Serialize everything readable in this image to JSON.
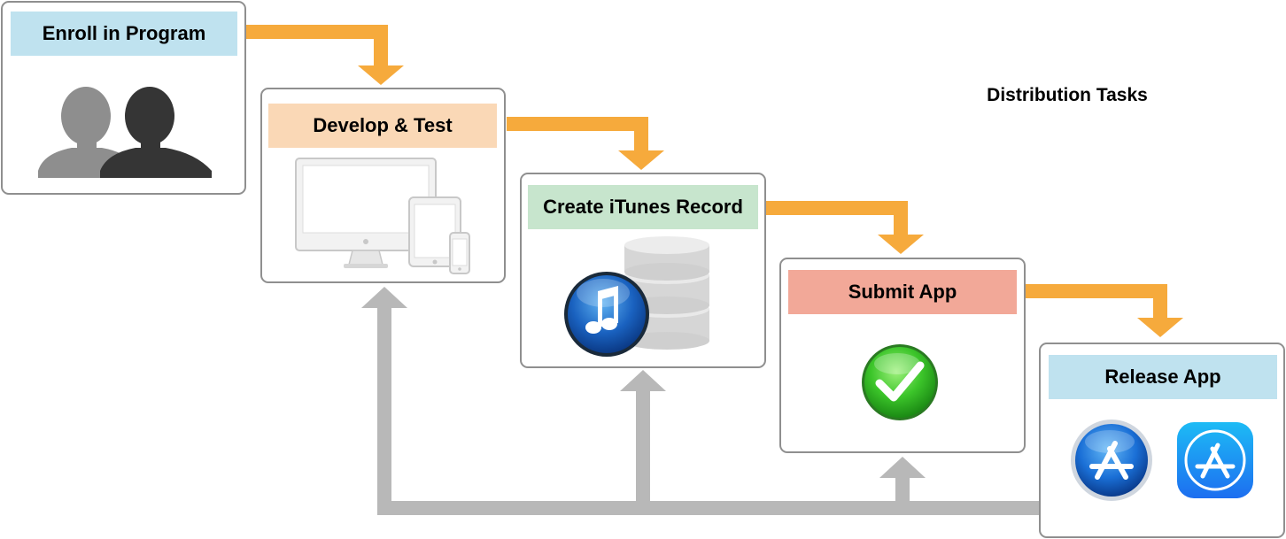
{
  "diagram": {
    "title": "Distribution Tasks",
    "steps": [
      {
        "label": "Enroll in Program",
        "label_color": "#bfe2ef",
        "icon": "users-icon"
      },
      {
        "label": "Develop & Test",
        "label_color": "#fad8b6",
        "icon": "devices-icon"
      },
      {
        "label": "Create iTunes Record",
        "label_color": "#c7e5cd",
        "icon": "itunes-database-icon"
      },
      {
        "label": "Submit App",
        "label_color": "#f2a898",
        "icon": "green-checkmark-icon"
      },
      {
        "label": "Release App",
        "label_color": "#bfe2ef",
        "icon": "app-store-icons"
      }
    ],
    "colors": {
      "forward_arrow": "#f6aa3c",
      "feedback_arrow": "#b8b8b8",
      "box_border": "#8f8f8f"
    }
  }
}
